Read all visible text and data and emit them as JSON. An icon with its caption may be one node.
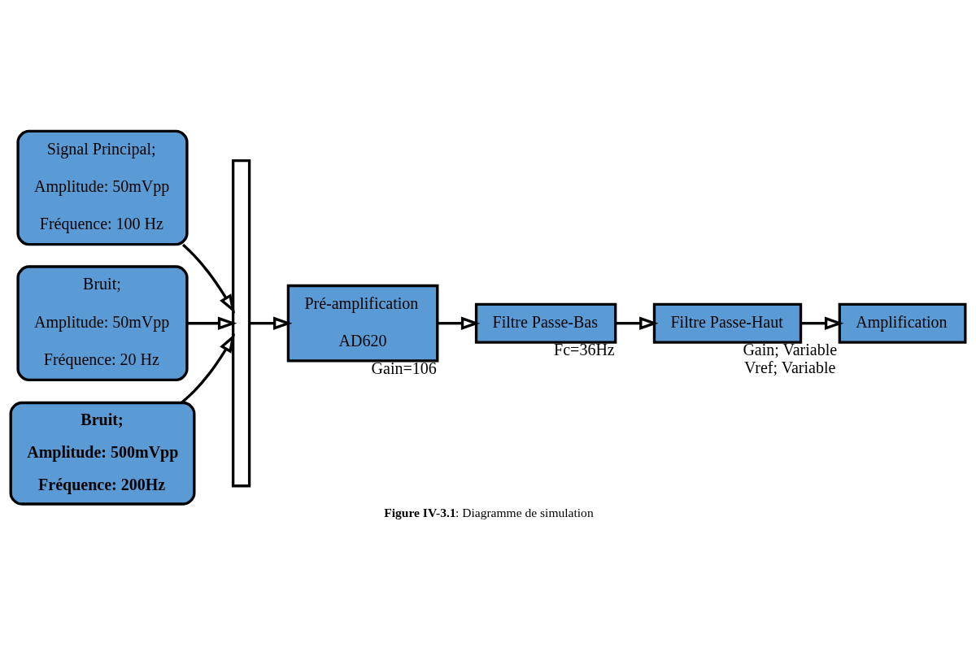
{
  "diagram": {
    "caption": "**Figure IV-3.1**: Diagramme de simulation",
    "nodes": [
      {
        "text": [
          "Signal Principal;",
          "Amplitude: 50mVpp",
          "Fréquence: 100 Hz"
        ]
      },
      {
        "text": [
          "Bruit;",
          "Amplitude: 50mVpp",
          "Fréquence: 20 Hz"
        ]
      },
      {
        "text": [
          "Bruit;",
          "Amplitude: 500mVpp",
          "Fréquence: 200Hz"
        ]
      },
      {
        "text": [],
        "shape": "bar"
      },
      {
        "text": [
          "Pré-amplification",
          "AD620"
        ],
        "beside": [
          "Gain=106"
        ]
      },
      {
        "text": [
          "Filtre Passe-Bas"
        ],
        "beside": [
          "Fc=36Hz"
        ]
      },
      {
        "text": [
          "Filtre Passe-Haut"
        ]
      },
      {
        "text": [
          "Amplification"
        ],
        "beside": [
          "Gain; Variable",
          "Vref; Variable"
        ]
      }
    ],
    "edges": [
      {
        "from": 0,
        "to": 3,
        "arrow": "to"
      },
      {
        "from": 1,
        "to": 3,
        "arrow": "to"
      },
      {
        "from": 2,
        "to": 3,
        "arrow": "to"
      },
      {
        "from": 3,
        "to": 4,
        "arrow": "to"
      },
      {
        "from": 4,
        "to": 5,
        "arrow": "to"
      },
      {
        "from": 5,
        "to": 6,
        "arrow": "to"
      },
      {
        "from": 6,
        "to": 7,
        "arrow": "to"
      }
    ]
  }
}
